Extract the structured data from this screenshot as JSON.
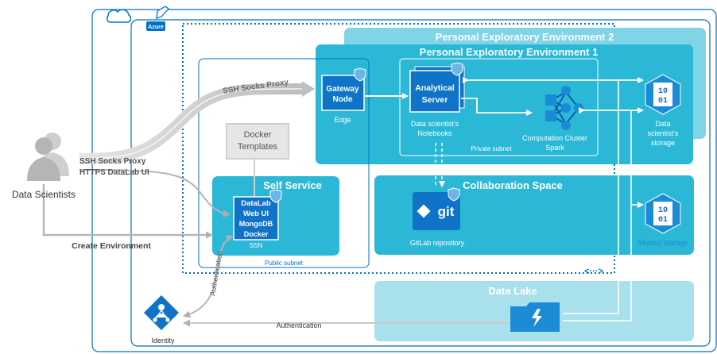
{
  "cloud": {
    "badge": "Azure"
  },
  "panels": {
    "pee2_title": "Personal Exploratory Environment 2",
    "pee1_title": "Personal Exploratory Environment 1",
    "self_service_title": "Self Service",
    "collaboration_title": "Collaboration Space",
    "data_lake_title": "Data Lake"
  },
  "nodes": {
    "gateway": "Gateway Node",
    "gateway_line1": "Gateway",
    "gateway_line2": "Node",
    "edge": "Edge",
    "analytical_line1": "Analytical",
    "analytical_line2": "Server",
    "notebooks_line1": "Data scientist's",
    "notebooks_line2": "Notebooks",
    "private_subnet": "Private subnet",
    "compute_line1": "Computation Cluster",
    "compute_line2": "Spark",
    "ds_storage_line1": "Data",
    "ds_storage_line2": "scientist's",
    "ds_storage_line3": "storage",
    "storage_icon_line1": "10",
    "storage_icon_line2": "01",
    "shared_storage": "Shared Storage",
    "docker_line1": "Docker",
    "docker_line2": "Templates",
    "ssn_lines": [
      "DataLab",
      "Web UI",
      "MongoDB",
      "Docker"
    ],
    "ssn_label": "SSN",
    "public_subnet": "Public subnet",
    "git_label": "git",
    "gitlab_repo": "GitLab repository",
    "identity": "Identity",
    "ellipsis": "<···>"
  },
  "actors": {
    "data_scientists": "Data Scientists"
  },
  "flows": {
    "ssh_proxy_top": "SSH Socks Proxy",
    "ssh_proxy_left": "SSH Socks Proxy",
    "https_ui": "HTTPS DataLab UI",
    "create_env": "Create Environment",
    "auth_vertical": "Authentication",
    "auth_bottom": "Authentication"
  },
  "colors": {
    "azure_blue": "#0072c6",
    "panel_dark": "#2bb8d6",
    "panel_light": "#7fd4e6",
    "panel_pale": "#a8e0ec",
    "icon_blue": "#1a8bd4",
    "grey_arrow": "#b5b5b5",
    "person_grey": "#b8b8b8"
  }
}
